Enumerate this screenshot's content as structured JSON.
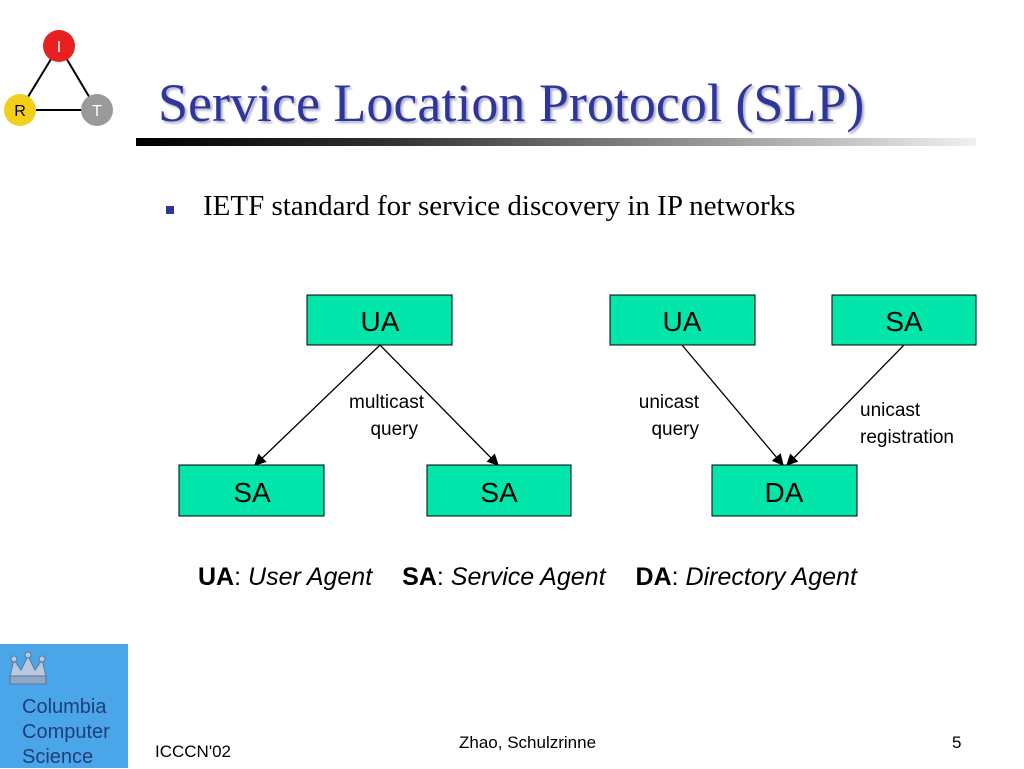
{
  "slide": {
    "title": "Service Location Protocol (SLP)",
    "bullets": [
      "IETF standard for service discovery in IP networks"
    ]
  },
  "logo": {
    "nodes": [
      {
        "letter": "I",
        "color": "#e82020"
      },
      {
        "letter": "R",
        "color": "#f2d01a"
      },
      {
        "letter": "T",
        "color": "#9a9a9a"
      }
    ]
  },
  "diagram": {
    "node_fill": "#00e6aa",
    "nodes": [
      {
        "id": "ua1",
        "label": "UA"
      },
      {
        "id": "sa1",
        "label": "SA"
      },
      {
        "id": "sa2",
        "label": "SA"
      },
      {
        "id": "ua2",
        "label": "UA"
      },
      {
        "id": "sa3",
        "label": "SA"
      },
      {
        "id": "da",
        "label": "DA"
      }
    ],
    "edges": [
      {
        "from": "ua1",
        "to": "sa1"
      },
      {
        "from": "ua1",
        "to": "sa2"
      },
      {
        "from": "ua2",
        "to": "da"
      },
      {
        "from": "sa3",
        "to": "da"
      }
    ],
    "edge_labels": [
      {
        "lines": [
          "multicast",
          "query"
        ]
      },
      {
        "lines": [
          "unicast",
          "query"
        ]
      },
      {
        "lines": [
          "unicast",
          "registration"
        ]
      }
    ]
  },
  "legend": [
    {
      "abbr": "UA",
      "sep": ":",
      "meaning": "User Agent"
    },
    {
      "abbr": "SA",
      "sep": ":",
      "meaning": "Service Agent"
    },
    {
      "abbr": "DA",
      "sep": ":",
      "meaning": "Directory Agent"
    }
  ],
  "institution": {
    "lines": [
      "Columbia",
      "Computer",
      "Science"
    ],
    "color": "#4aa6e8"
  },
  "footer": {
    "conference": "ICCCN'02",
    "authors": "Zhao, Schulzrinne",
    "page": "5"
  }
}
